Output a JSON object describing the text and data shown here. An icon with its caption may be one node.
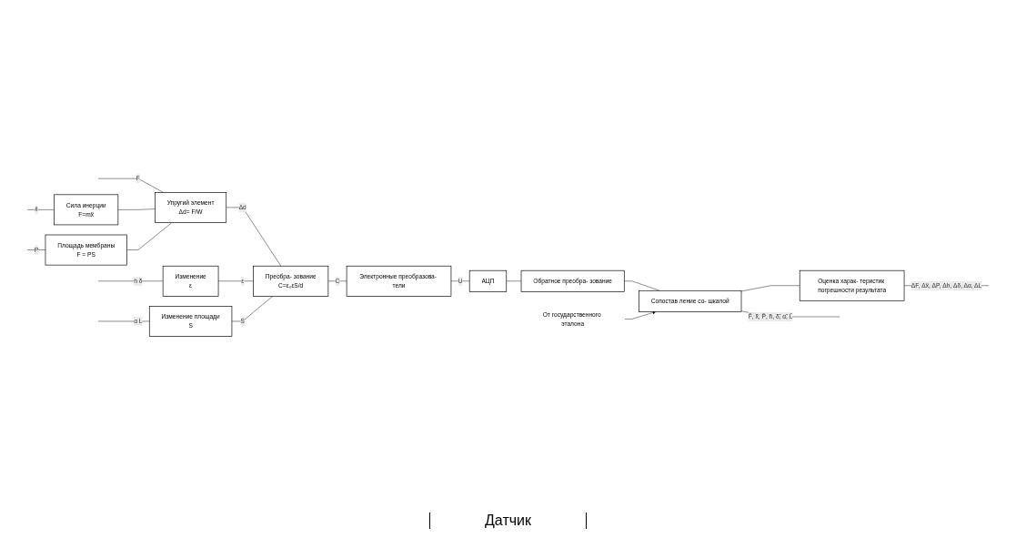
{
  "diagram": {
    "nodes": [
      {
        "text": [
          "Упругий элемент",
          "Δd= F/W"
        ]
      },
      {
        "text": [
          "Сила инерции",
          "F=mẍ"
        ]
      },
      {
        "text": [
          "Площадь мембраны",
          "F = PS"
        ]
      },
      {
        "text": [
          "Изменение",
          "ε"
        ]
      },
      {
        "text": [
          "Изменение площади",
          "S"
        ]
      },
      {
        "text": [
          "Преобра- зование",
          "C=ε₀εS/d"
        ]
      },
      {
        "text": [
          "Электронные преобразова- тели"
        ]
      },
      {
        "text": [
          "АЦП"
        ]
      },
      {
        "text": [
          "Обратное преобра- зование"
        ]
      },
      {
        "text": [
          "От государственного эталона"
        ]
      },
      {
        "text": [
          "Сопостав ление со- шкалой"
        ]
      },
      {
        "text": [
          "Оценка харак- теристик погрешности результата"
        ]
      }
    ],
    "edges": [
      {
        "from": null,
        "to": 0,
        "arrow": "none",
        "label": "F"
      },
      {
        "from": null,
        "to": 1,
        "arrow": "none",
        "label": "ẍ"
      },
      {
        "from": null,
        "to": 2,
        "arrow": "none",
        "label": "P"
      },
      {
        "from": null,
        "to": 3,
        "arrow": "none",
        "label": "h δ"
      },
      {
        "from": null,
        "to": 4,
        "arrow": "none",
        "label": "α L"
      },
      {
        "from": 1,
        "to": 0,
        "arrow": "none"
      },
      {
        "from": 2,
        "to": 0,
        "arrow": "none"
      },
      {
        "from": 0,
        "to": 5,
        "arrow": "none",
        "label": "Δd"
      },
      {
        "from": 3,
        "to": 5,
        "arrow": "none",
        "label": "ε"
      },
      {
        "from": 4,
        "to": 5,
        "arrow": "none",
        "label": "S"
      },
      {
        "from": 5,
        "to": 6,
        "arrow": "none",
        "label": "C"
      },
      {
        "from": 6,
        "to": 7,
        "arrow": "none",
        "label": "U"
      },
      {
        "from": 7,
        "to": 8,
        "arrow": "none"
      },
      {
        "from": 8,
        "to": 10,
        "arrow": "none"
      },
      {
        "from": 9,
        "to": 10,
        "arrow": "to"
      },
      {
        "from": 10,
        "to": null,
        "arrow": "none",
        "label": "F̃, ẍ̃, P̃, h̃, δ̃, α̃, L̃"
      },
      {
        "from": 10,
        "to": 11,
        "arrow": "none"
      },
      {
        "from": 11,
        "to": null,
        "arrow": "none",
        "label": "ΔF, Δẍ, ΔP, Δh, Δδ, Δα, ΔL"
      }
    ],
    "labels": [
      "Датчик"
    ]
  }
}
